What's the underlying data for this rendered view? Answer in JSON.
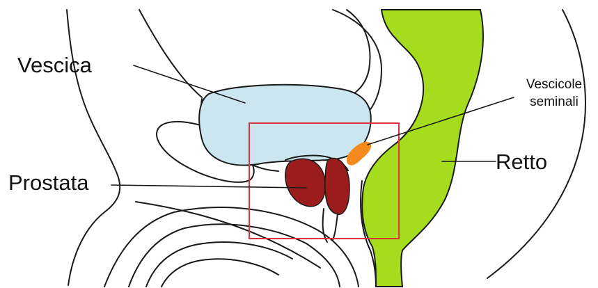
{
  "labels": {
    "bladder": "Vescica",
    "prostate": "Prostata",
    "seminal_vesicles_line1": "Vescicole",
    "seminal_vesicles_line2": "seminali",
    "rectum": "Retto"
  },
  "colors": {
    "bladder": "#cce6ef",
    "prostate": "#9b1c1c",
    "seminal_vesicles": "#f58a1f",
    "rectum": "#a6dc1e",
    "highlight_box": "#d9353b",
    "outline": "#1a1a1a"
  }
}
